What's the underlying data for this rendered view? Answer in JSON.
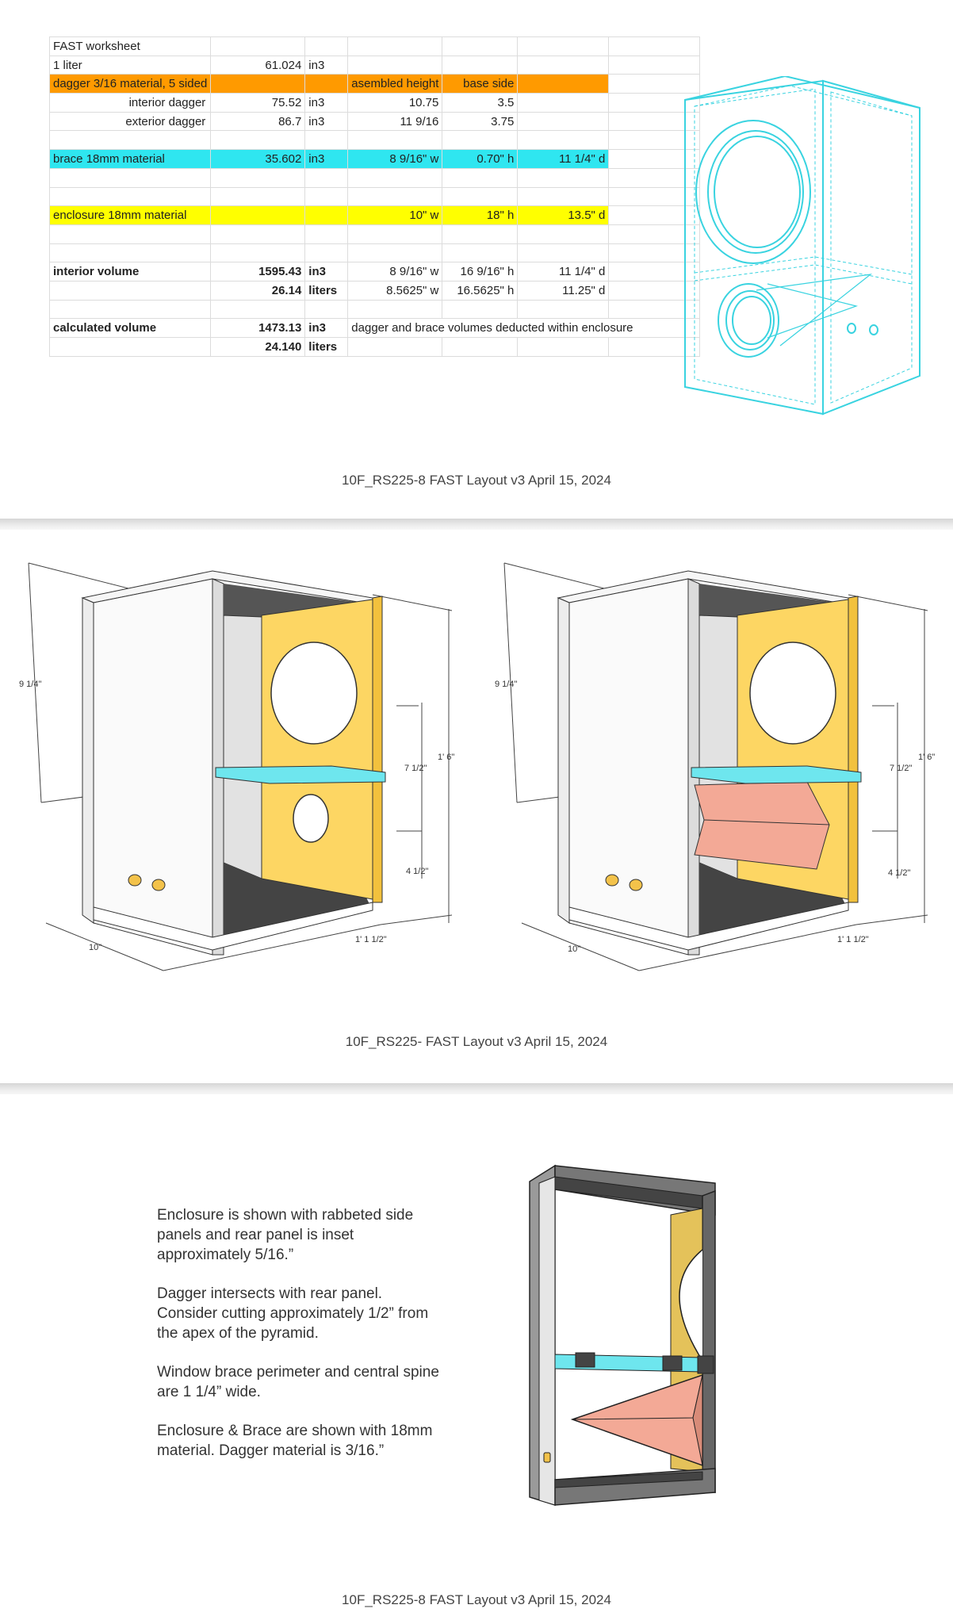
{
  "worksheet": {
    "rows": [
      {
        "c1": "FAST worksheet",
        "c2": "",
        "c3": "",
        "c4": "",
        "c5": "",
        "c6": ""
      },
      {
        "c1": "1 liter",
        "c2": "61.024",
        "c3": "in3",
        "c4": "",
        "c5": "",
        "c6": ""
      },
      {
        "c1": "dagger 3/16 material, 5 sided",
        "c2": "",
        "c3": "",
        "c4": "asembled height",
        "c5": "base side",
        "c6": ""
      },
      {
        "c1": "interior dagger",
        "c2": "75.52",
        "c3": "in3",
        "c4": "10.75",
        "c5": "3.5",
        "c6": ""
      },
      {
        "c1": "exterior dagger",
        "c2": "86.7",
        "c3": "in3",
        "c4": "11 9/16",
        "c5": "3.75",
        "c6": ""
      },
      {
        "c1": "",
        "c2": "",
        "c3": "",
        "c4": "",
        "c5": "",
        "c6": ""
      },
      {
        "c1": "brace 18mm material",
        "c2": "35.602",
        "c3": "in3",
        "c4": "8 9/16\" w",
        "c5": "0.70\" h",
        "c6": "11 1/4\" d"
      },
      {
        "c1": "",
        "c2": "",
        "c3": "",
        "c4": "",
        "c5": "",
        "c6": ""
      },
      {
        "c1": "",
        "c2": "",
        "c3": "",
        "c4": "",
        "c5": "",
        "c6": ""
      },
      {
        "c1": "enclosure 18mm material",
        "c2": "",
        "c3": "",
        "c4": "10\" w",
        "c5": "18\" h",
        "c6": "13.5\" d"
      },
      {
        "c1": "",
        "c2": "",
        "c3": "",
        "c4": "",
        "c5": "",
        "c6": ""
      },
      {
        "c1": "",
        "c2": "",
        "c3": "",
        "c4": "",
        "c5": "",
        "c6": ""
      },
      {
        "c1": "interior volume",
        "c2": "1595.43",
        "c3": "in3",
        "c4": "8 9/16\" w",
        "c5": "16 9/16\" h",
        "c6": "11 1/4\" d"
      },
      {
        "c1": "",
        "c2": "26.14",
        "c3": "liters",
        "c4": "8.5625\" w",
        "c5": "16.5625\" h",
        "c6": "11.25\" d"
      },
      {
        "c1": "",
        "c2": "",
        "c3": "",
        "c4": "",
        "c5": "",
        "c6": ""
      },
      {
        "c1": "calculated volume",
        "c2": "1473.13",
        "c3": "in3",
        "c4": "dagger and brace volumes deducted within enclosure",
        "c5": "",
        "c6": ""
      },
      {
        "c1": "",
        "c2": "24.140",
        "c3": "liters",
        "c4": "",
        "c5": "",
        "c6": ""
      }
    ]
  },
  "captions": {
    "panel1": "10F_RS225-8 FAST Layout  v3 April 15, 2024",
    "panel2": "10F_RS225- FAST Layout  v3 April 15, 2024",
    "panel3": "10F_RS225-8 FAST Layout  v3 April 15, 2024"
  },
  "dimensions": {
    "left": {
      "depth_top": "9 1/4\"",
      "upper": "7 1/2\"",
      "total": "1' 6\"",
      "lower": "4 1/2\"",
      "width": "10\"",
      "depth": "1' 1 1/2\""
    },
    "right": {
      "depth_top": "9 1/4\"",
      "upper": "7 1/2\"",
      "total": "1' 6\"",
      "lower": "4 1/2\"",
      "width": "10\"",
      "depth": "1' 1 1/2\""
    }
  },
  "notes": [
    "Enclosure is shown with rabbeted side panels and rear panel is inset approximately 5/16.”",
    "Dagger intersects with rear panel. Consider cutting approximately 1/2” from the apex of the pyramid.",
    "Window brace perimeter and central spine are 1 1/4” wide.",
    "Enclosure & Brace are shown with 18mm material. Dagger material is 3/16.”"
  ],
  "colors": {
    "orange": "#ff9a00",
    "cyan": "#2fe6f0",
    "yellow": "#ffff00",
    "baffle": "#fdd663",
    "brace": "#6ee6ee",
    "dagger": "#f3a996",
    "wireframe": "#39d3e0"
  },
  "icons": [
    "cabinet-wireframe",
    "cabinet-cutaway-brace",
    "cabinet-cutaway-dagger",
    "cabinet-section"
  ]
}
